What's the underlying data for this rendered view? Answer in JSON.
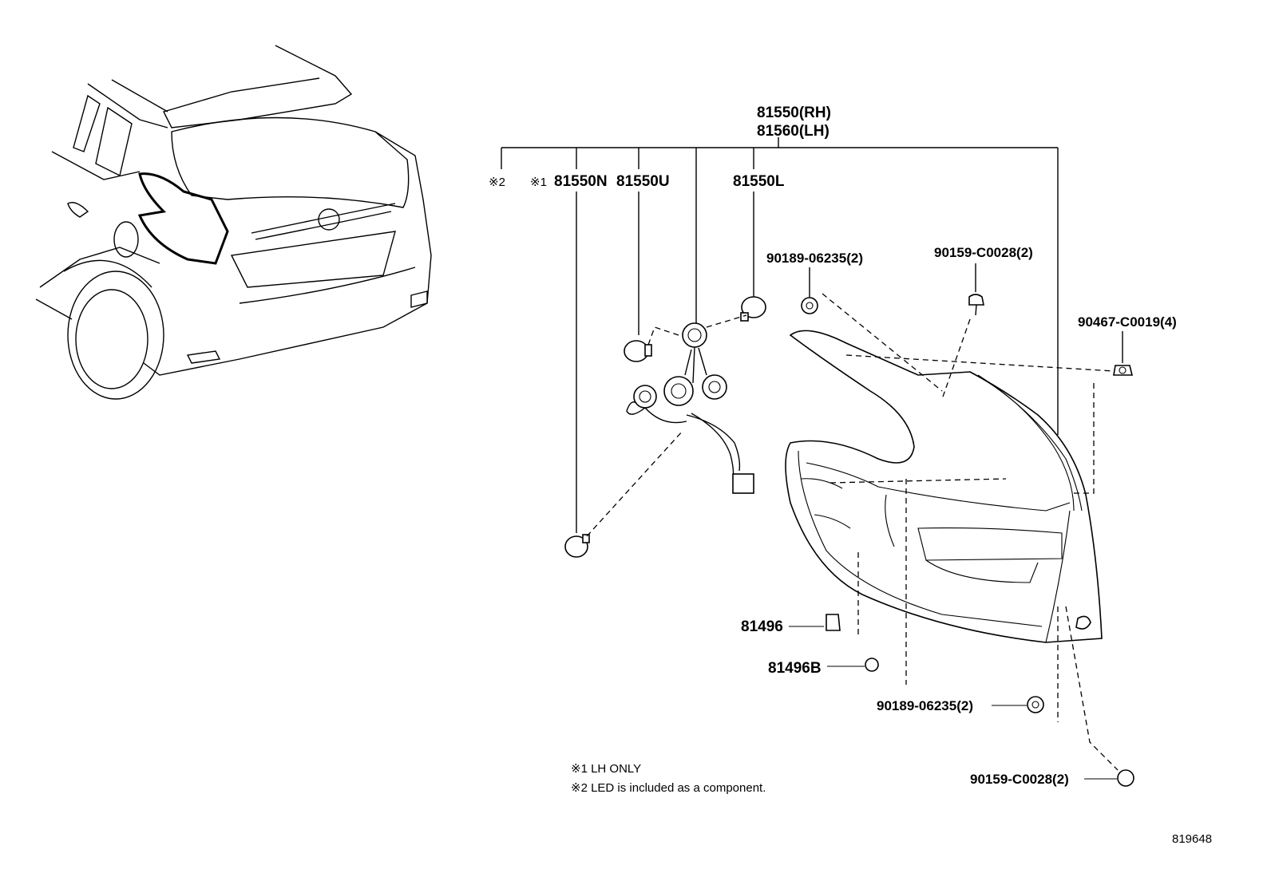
{
  "assembly": {
    "rh": "81550(RH)",
    "lh": "81560(LH)"
  },
  "bulbs": {
    "led_mark": "※2",
    "lh_only_mark": "※1",
    "n": "81550N",
    "u": "81550U",
    "l": "81550L"
  },
  "fasteners": {
    "nut_top": "90189-06235(2)",
    "screw_top": "90159-C0028(2)",
    "clip_right": "90467-C0019(4)",
    "cushion": "81496",
    "cushion_b": "81496B",
    "nut_bottom": "90189-06235(2)",
    "screw_bottom": "90159-C0028(2)"
  },
  "notes": {
    "note1": "※1 LH ONLY",
    "note2": "※2 LED is included as a component."
  },
  "illustration_code": "819648"
}
